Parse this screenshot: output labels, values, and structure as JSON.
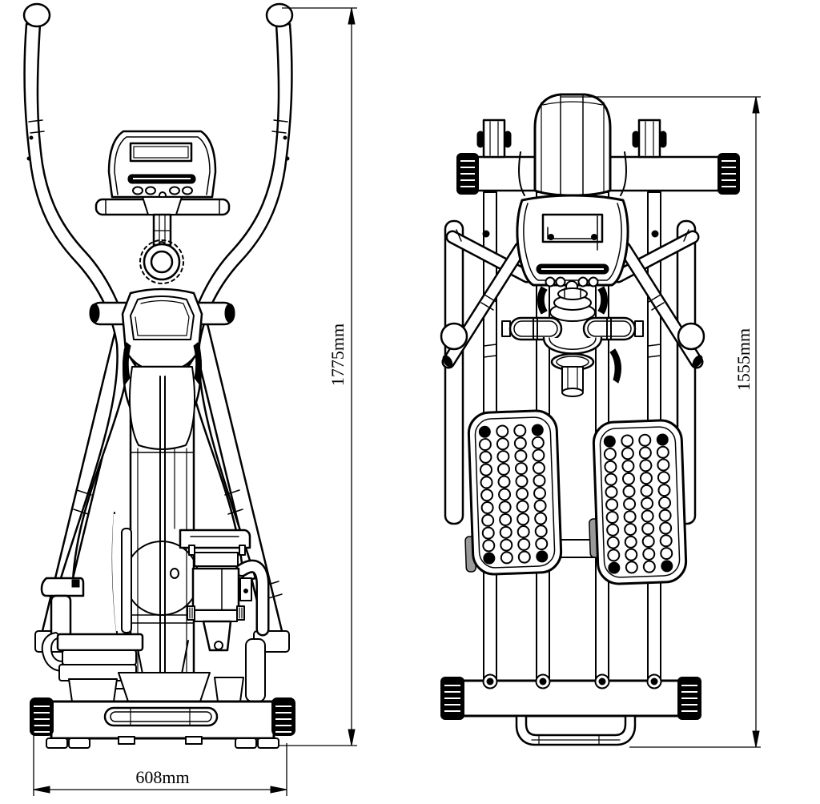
{
  "drawing": {
    "subject": "elliptical-cross-trainer-orthographic-views",
    "colors": {
      "line": "#000000",
      "background": "#ffffff",
      "pad": "#999999"
    },
    "dimensions": {
      "front_height": "1775mm",
      "front_width": "608mm",
      "top_length": "1555mm"
    }
  }
}
